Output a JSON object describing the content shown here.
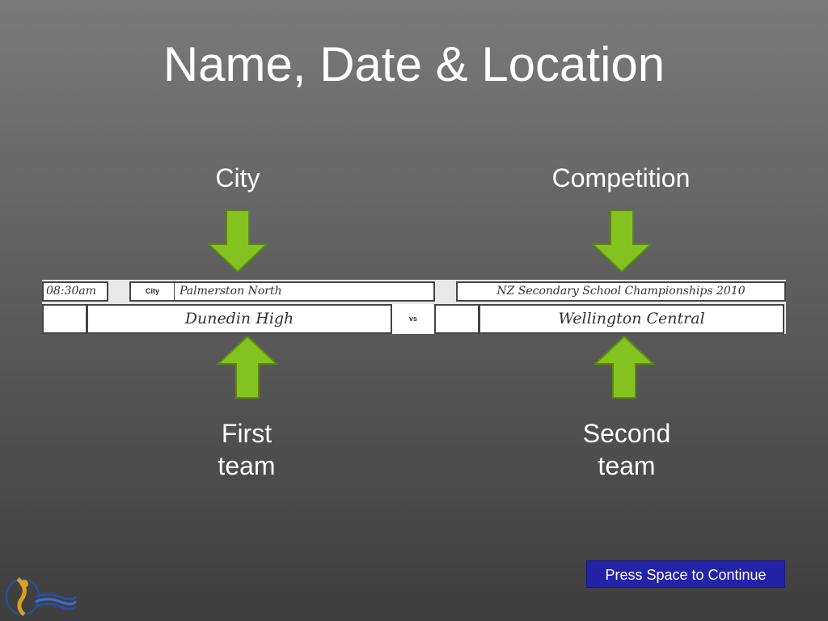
{
  "slide": {
    "title": "Name, Date & Location",
    "labels": {
      "city": "City",
      "competition": "Competition",
      "first_team_line1": "First",
      "first_team_line2": "team",
      "second_team_line1": "Second",
      "second_team_line2": "team"
    }
  },
  "scoresheet": {
    "time": "08:30am",
    "city_field_label": "City",
    "city": "Palmerston North",
    "competition": "NZ Secondary School Championships 2010",
    "team1": "Dunedin High",
    "vs": "vs",
    "team2": "Wellington Central"
  },
  "button": {
    "continue_label": "Press Space to Continue"
  },
  "colors": {
    "arrow_fill": "#84c21f",
    "arrow_stroke": "#5a8a12",
    "button_bg": "#2323a8"
  },
  "icons": {
    "logo": "netball-nz-logo"
  }
}
